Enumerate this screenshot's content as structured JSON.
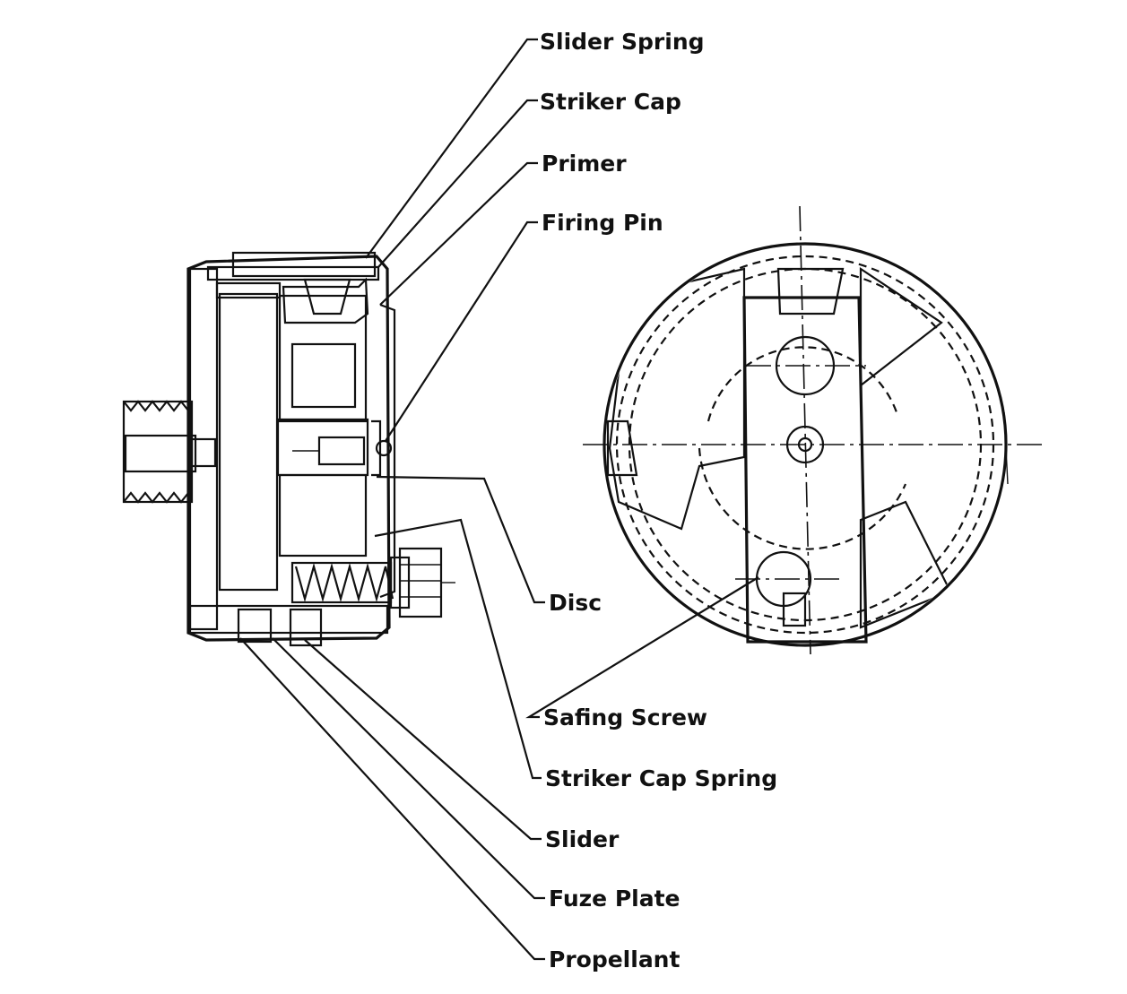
{
  "labels": {
    "slider_spring": "Slider Spring",
    "striker_cap": "Striker Cap",
    "primer": "Primer",
    "firing_pin": "Firing Pin",
    "disc": "Disc",
    "safing_screw": "Safing Screw",
    "striker_cap_spring": "Striker Cap Spring",
    "slider": "Slider",
    "fuze_plate": "Fuze Plate",
    "propellant": "Propellant"
  },
  "colors": {
    "ink": "#111111",
    "paper": "#ffffff"
  }
}
